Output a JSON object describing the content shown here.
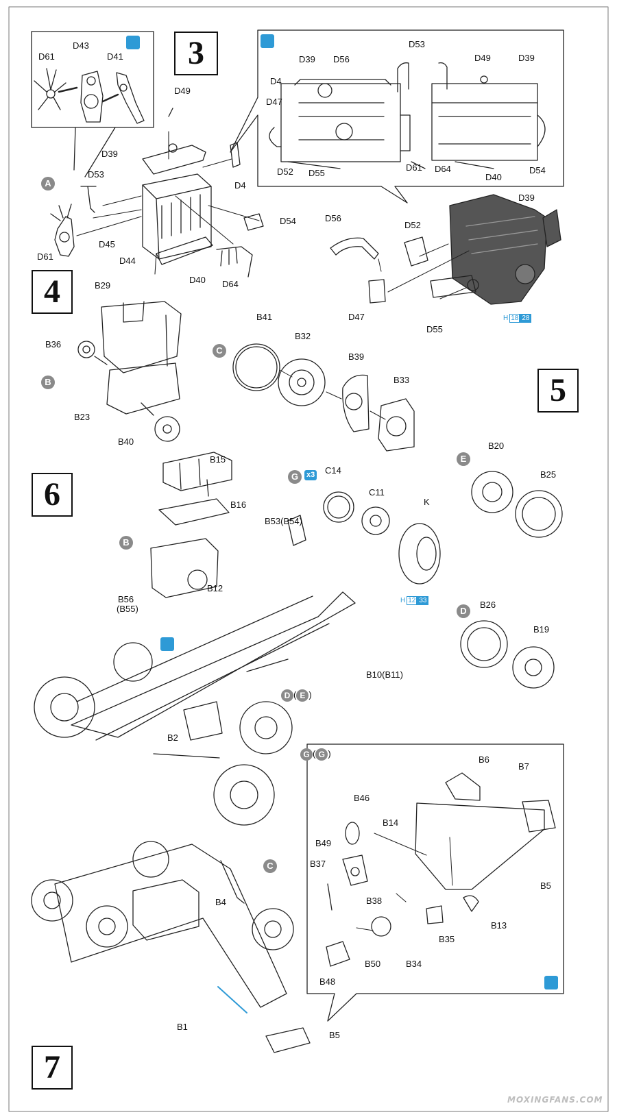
{
  "steps": {
    "s3": "3",
    "s4": "4",
    "s5": "5",
    "s6": "6",
    "s7": "7"
  },
  "markers": {
    "A": "A",
    "B": "B",
    "C": "C",
    "D": "D",
    "E": "E",
    "G": "G"
  },
  "labels": {
    "d61_inset": "D61",
    "d43": "D43",
    "d41": "D41",
    "d39_eng": "D39",
    "d49_cap": "D49",
    "d4_side": "D4",
    "d53_pipe": "D53",
    "d54_side": "D54",
    "d45": "D45",
    "d44": "D44",
    "d40_pan": "D40",
    "d64_man": "D64",
    "d61_main": "D61",
    "d39_ins": "D39",
    "d56_ins": "D56",
    "d53_ins": "D53",
    "d49_ins": "D49",
    "d39_ins2": "D39",
    "d4_ins": "D4",
    "d47_ins": "D47",
    "d52_ins": "D52",
    "d55_ins": "D55",
    "d61_ins": "D61",
    "d64_ins": "D64",
    "d40_ins": "D40",
    "d54_ins": "D54",
    "d56_det": "D56",
    "d52_det": "D52",
    "d39_det": "D39",
    "d47_det": "D47",
    "d55_det": "D55",
    "b29": "B29",
    "b36": "B36",
    "b23": "B23",
    "b40": "B40",
    "b41": "B41",
    "b32": "B32",
    "b39": "B39",
    "b33": "B33",
    "b15": "B15",
    "b16": "B16",
    "b53": "B53(B54)",
    "c14": "C14",
    "c11": "C11",
    "k": "K",
    "b20": "B20",
    "b25": "B25",
    "b26": "B26",
    "b19": "B19",
    "b56": "B56",
    "b55": "(B55)",
    "b12": "B12",
    "b10": "B10(B11)",
    "b2": "B2",
    "b1": "B1",
    "b4": "B4",
    "b5_bottom": "B5",
    "b6": "B6",
    "b7": "B7",
    "b46": "B46",
    "b14": "B14",
    "b49": "B49",
    "b37": "B37",
    "b38": "B38",
    "b13": "B13",
    "b5_ins": "B5",
    "b35": "B35",
    "b48": "B48",
    "b50": "B50",
    "b34": "B34"
  },
  "refs": {
    "h_prefix": "H",
    "eng_a": "18",
    "eng_b": "28",
    "tire_a": "12",
    "tire_b": "33",
    "x3": "x3"
  },
  "colors": {
    "accent_blue": "#2e9ad6",
    "marker_grey": "#8a8a8a"
  },
  "icons": [
    "wrench-icon",
    "pin-icon"
  ],
  "watermark": "MOXINGFANS.COM"
}
